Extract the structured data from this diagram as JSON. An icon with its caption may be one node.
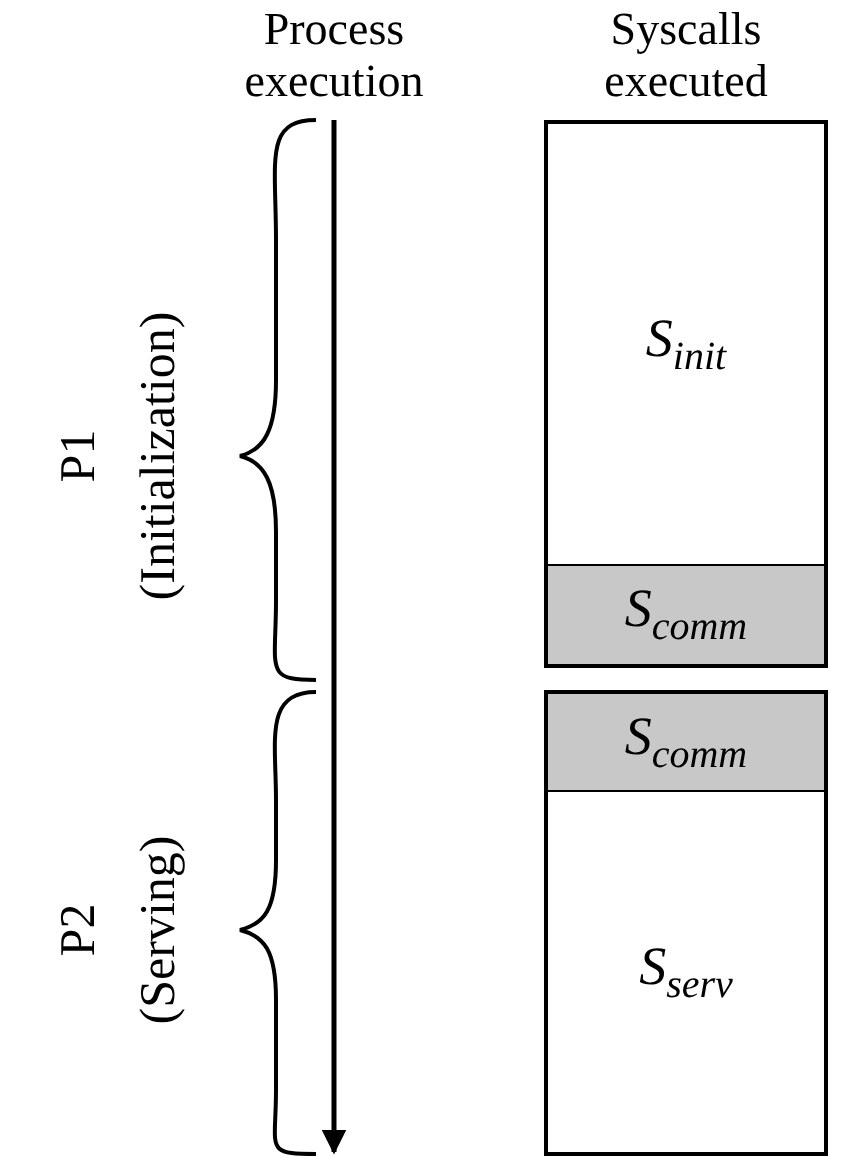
{
  "diagram": {
    "nodes": [
      {
        "text": [
          "*S*$_{init}$"
        ]
      },
      {
        "text": [
          "*S*$_{comm}$"
        ]
      },
      {
        "text": [
          "*S*$_{comm}$"
        ]
      },
      {
        "text": [
          "*S*$_{serv}$"
        ]
      }
    ],
    "labels": [
      "Process execution",
      "Syscalls executed",
      "P1",
      "(Initialization)",
      "P2",
      "(Serving)"
    ]
  }
}
